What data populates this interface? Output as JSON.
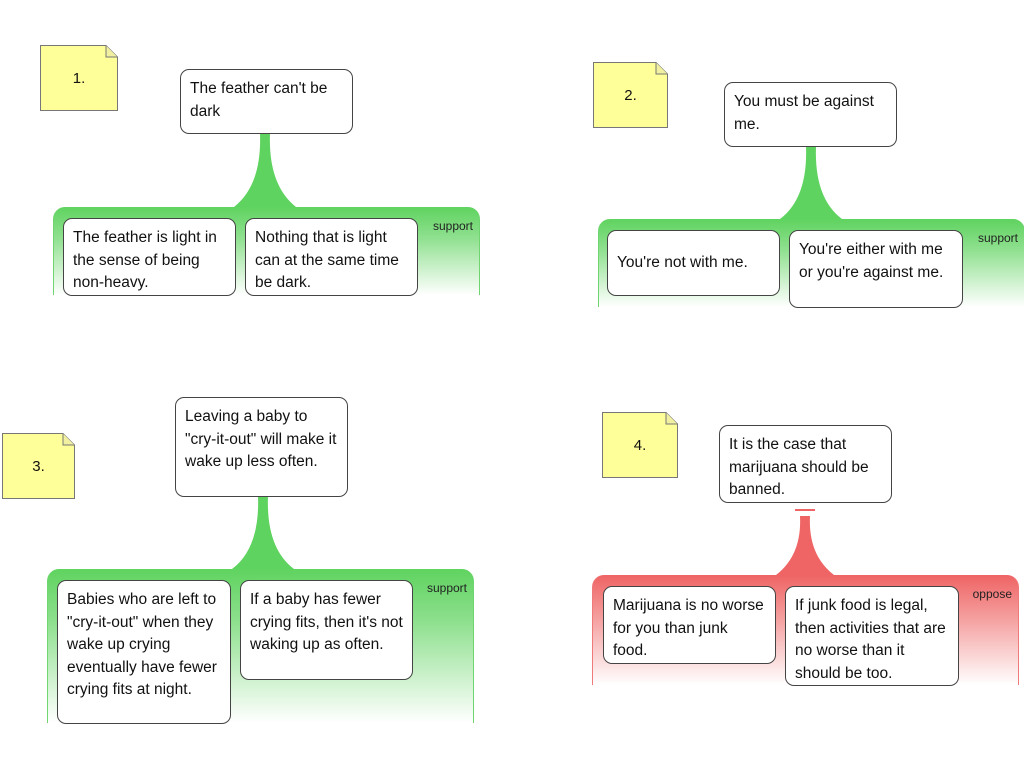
{
  "notes": [
    "1.",
    "2.",
    "3.",
    "4."
  ],
  "maps": [
    {
      "claim": "The feather can't be dark",
      "relation": "support",
      "reasons": [
        "The feather is light in the sense of being non-heavy.",
        "Nothing that is light can at the same time be dark."
      ]
    },
    {
      "claim": "You must be against me.",
      "relation": "support",
      "reasons": [
        "You're not with me.",
        "You're either with me or you're against me."
      ]
    },
    {
      "claim": "Leaving a baby to \"cry-it-out\" will make it wake up less often.",
      "relation": "support",
      "reasons": [
        "Babies who are left to \"cry-it-out\" when they wake up crying eventually have fewer crying fits at night.",
        "If a baby has fewer crying fits, then it's not waking up as often."
      ]
    },
    {
      "claim": "It is the case that marijuana should be banned.",
      "relation": "oppose",
      "reasons": [
        "Marijuana is no worse for you than junk food.",
        "If junk food is legal, then activities that are no worse than it should be too."
      ]
    }
  ],
  "colors": {
    "support": "#5fd35f",
    "oppose": "#ef6464",
    "note": "#ffff99"
  }
}
